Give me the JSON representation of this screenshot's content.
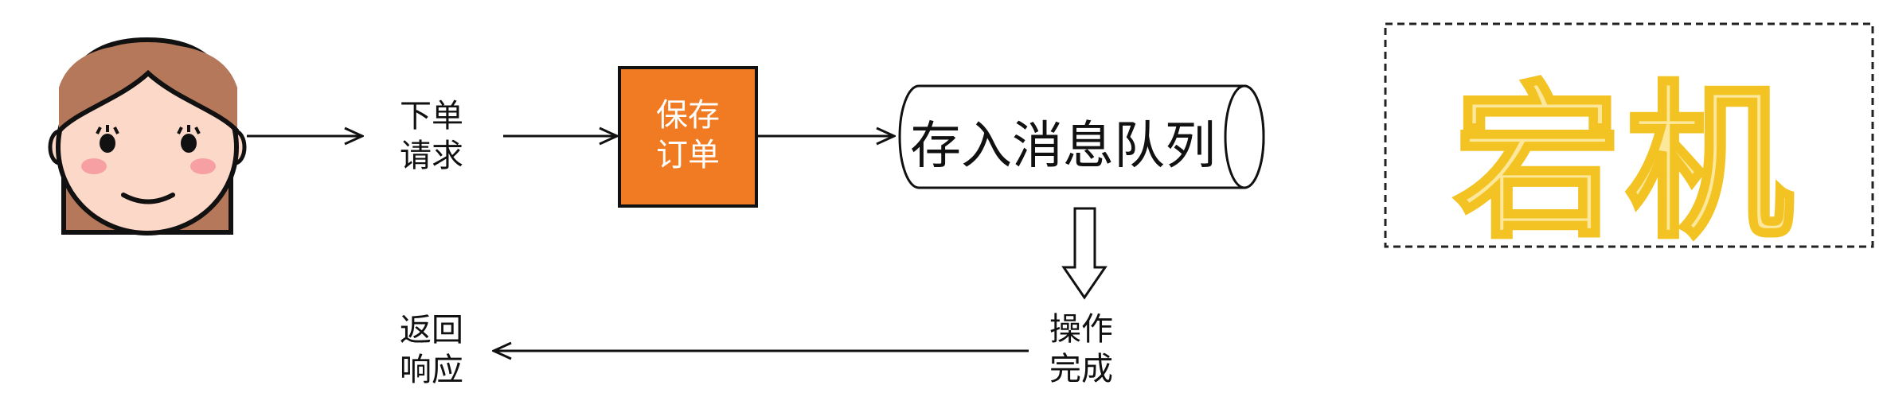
{
  "steps": {
    "place_order": "下单\n请求",
    "save_order": "保存\n订单",
    "enqueue": "存入消息队列",
    "operation_done": "操作\n完成",
    "return_response": "返回\n响应"
  },
  "status_banner": {
    "text": "宕机"
  },
  "colors": {
    "save_box_fill": "#f07b22",
    "crash_text_fill": "#fde79a",
    "crash_text_stroke": "#f2c322",
    "skin": "#fcd8c8",
    "hair": "#b5785a"
  }
}
